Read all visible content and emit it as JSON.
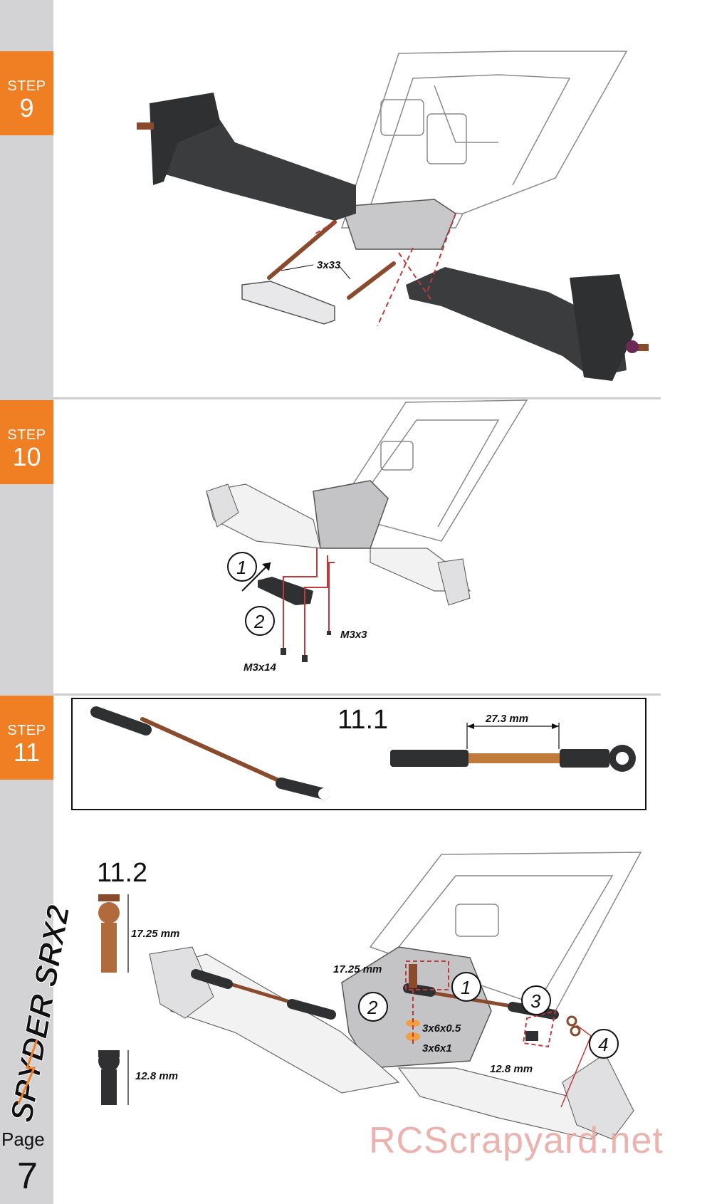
{
  "steps": [
    {
      "label": "STEP",
      "number": "9"
    },
    {
      "label": "STEP",
      "number": "10"
    },
    {
      "label": "STEP",
      "number": "11"
    }
  ],
  "step9": {
    "pin_label": "3x33"
  },
  "step10": {
    "callout_1": "1",
    "callout_2": "2",
    "screw_short": "M3x3",
    "screw_long": "M3x14"
  },
  "step11": {
    "sub1": {
      "title": "11.1",
      "dimension": "27.3 mm"
    },
    "sub2": {
      "title": "11.2",
      "ball_long": "17.25 mm",
      "ball_short": "12.8 mm",
      "ball_long_callout": "17.25 mm",
      "ball_short_callout": "12.8 mm",
      "washer_thin": "3x6x0.5",
      "washer_thick": "3x6x1",
      "callouts": [
        "1",
        "2",
        "3",
        "4"
      ]
    }
  },
  "footer": {
    "page_label": "Page",
    "page_number": "7",
    "watermark": "RCScrapyard.net"
  },
  "logo": {
    "text": "SPYDER SRX2"
  },
  "colors": {
    "accent": "#f07f24",
    "sidebar": "#d3d3d6",
    "dashed": "#c0393b",
    "part_dark": "#3a3c3e",
    "pin": "#8a4a2c"
  }
}
